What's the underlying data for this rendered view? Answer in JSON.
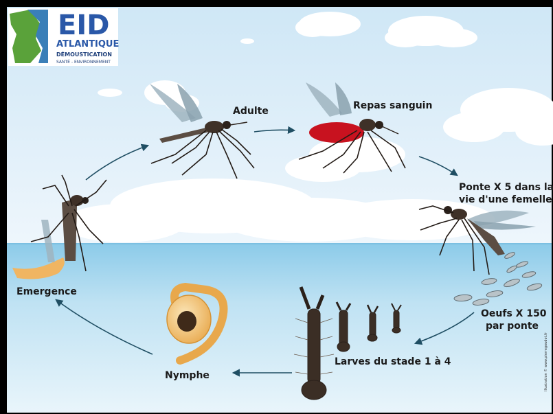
{
  "logo": {
    "name": "EID",
    "line1": "ATLANTIQUE",
    "line2": "DÉMOUSTICATION",
    "line3": "SANTÉ - ENVIRONNEMENT"
  },
  "stages": {
    "adulte": "Adulte",
    "repas": "Repas sanguin",
    "ponte_line1": "Ponte X 5 dans la",
    "ponte_line2": "vie d'une femelle",
    "oeufs_line1": "Oeufs X 150",
    "oeufs_line2": "par ponte",
    "larves": "Larves du stade 1 à 4",
    "nymphe": "Nymphe",
    "emergence": "Emergence"
  },
  "credit": "Illustration © www.pierregoudot.fr",
  "colors": {
    "sky_top": "#cfe7f6",
    "sky_bottom": "#eef6fc",
    "water_top": "#8ccbe9",
    "water_bottom": "#e6f4fb",
    "arrow": "#1f4e63",
    "blood": "#c8121f",
    "logo_blue": "#2a58a8"
  }
}
